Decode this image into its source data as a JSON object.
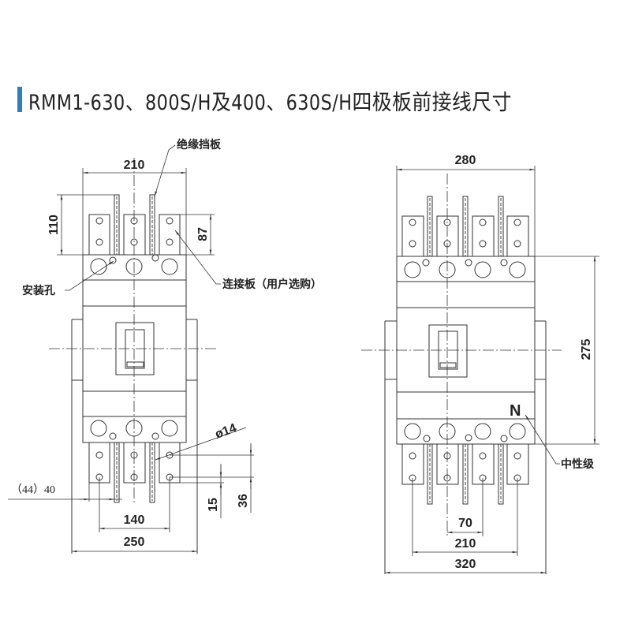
{
  "title": "RMM1-630、800S/H及400、630S/H四极板前接线尺寸",
  "accent_color": "#2e7fc0",
  "left_view": {
    "labels": {
      "insulation_barrier": "绝缘挡板",
      "mounting_hole": "安装孔",
      "connection_plate": "连接板（用户选购）"
    },
    "dims": {
      "width_top": "210",
      "height_110": "110",
      "height_87": "87",
      "diameter": "ø14",
      "dim_15": "15",
      "dim_36": "36",
      "dim_44_40": "（44）40",
      "dim_140": "140",
      "dim_250": "250"
    }
  },
  "right_view": {
    "labels": {
      "neutral_marker": "N",
      "neutral_pole": "中性级"
    },
    "dims": {
      "width_top": "280",
      "height_275": "275",
      "dim_70": "70",
      "dim_210": "210",
      "dim_320": "320"
    }
  }
}
